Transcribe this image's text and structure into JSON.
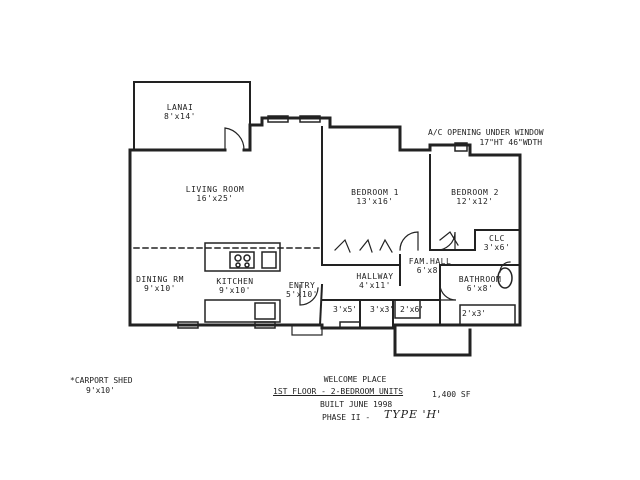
{
  "rooms": {
    "lanai": {
      "name": "LANAI",
      "dim": "8'x14'"
    },
    "living": {
      "name": "LIVING ROOM",
      "dim": "16'x25'"
    },
    "bed1": {
      "name": "BEDROOM 1",
      "dim": "13'x16'"
    },
    "bed2": {
      "name": "BEDROOM 2",
      "dim": "12'x12'"
    },
    "dining": {
      "name": "DINING RM",
      "dim": "9'x10'"
    },
    "kitchen": {
      "name": "KITCHEN",
      "dim": "9'x10'"
    },
    "entry": {
      "name": "ENTRY",
      "dim": "5'x10'"
    },
    "hallway": {
      "name": "HALLWAY",
      "dim": "4'x11'"
    },
    "famhall": {
      "name": "FAM.HALL",
      "dim": "6'x8'"
    },
    "bathroom": {
      "name": "BATHROOM",
      "dim": "6'x8'"
    },
    "clc": {
      "name": "CLC",
      "dim": "3'x6'"
    },
    "closet_a": {
      "dim": "3'x5'"
    },
    "closet_b": {
      "dim": "3'x3'"
    },
    "closet_c": {
      "dim": "2'x6'"
    },
    "closet_d": {
      "dim": "2'x3'"
    }
  },
  "ac_note": {
    "line1": "A/C OPENING UNDER WINDOW",
    "line2": "17\"HT 46\"WDTH"
  },
  "carport": {
    "label": "*CARPORT SHED",
    "dim": "9'x10'"
  },
  "title_block": {
    "line1": "WELCOME PLACE",
    "line2": "1ST FLOOR - 2-BEDROOM UNITS",
    "area": "1,400 SF",
    "line3": "BUILT JUNE 1998",
    "line4": "PHASE II -",
    "type_handwritten": "TYPE 'H'"
  }
}
